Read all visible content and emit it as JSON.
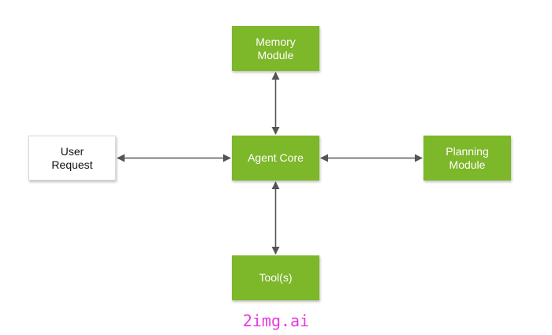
{
  "diagram": {
    "nodes": {
      "memory": {
        "label": "Memory\nModule"
      },
      "core": {
        "label": "Agent Core"
      },
      "user": {
        "label": "User\nRequest"
      },
      "planning": {
        "label": "Planning\nModule"
      },
      "tools": {
        "label": "Tool(s)"
      }
    },
    "edges": [
      {
        "from": "memory",
        "to": "core",
        "direction": "bidirectional"
      },
      {
        "from": "user",
        "to": "core",
        "direction": "bidirectional"
      },
      {
        "from": "core",
        "to": "planning",
        "direction": "bidirectional"
      },
      {
        "from": "core",
        "to": "tools",
        "direction": "bidirectional"
      }
    ]
  },
  "colors": {
    "node_green": "#7db72a",
    "node_white": "#ffffff",
    "arrow": "#555555",
    "watermark": "#e83ae0"
  },
  "watermark": {
    "text": "2img.ai"
  }
}
